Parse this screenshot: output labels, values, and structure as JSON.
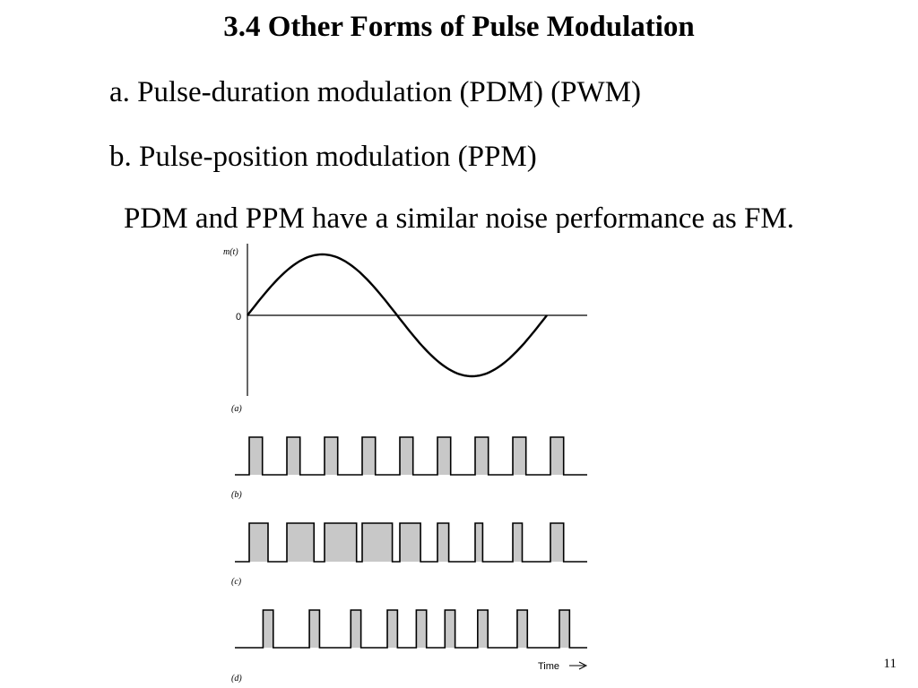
{
  "slide": {
    "title": "3.4 Other Forms of Pulse Modulation",
    "item_a": "a. Pulse-duration modulation (PDM) (PWM)",
    "item_b": "b. Pulse-position modulation (PPM)",
    "note": "PDM and PPM have a similar noise performance as FM.",
    "page_number": "11"
  },
  "figure": {
    "colors": {
      "line": "#000000",
      "pulse_fill": "#c8c8c8"
    },
    "y_axis_label": "m(t)",
    "zero_label": "0",
    "time_label": "Time",
    "panel_labels": [
      "(a)",
      "(b)",
      "(c)",
      "(d)"
    ],
    "message": {
      "type": "sine",
      "cycles": 1
    },
    "pam_pulses": {
      "count": 9,
      "relative_width": 0.35
    },
    "pdm_pulses": {
      "count": 9,
      "relative_widths": [
        0.5,
        0.72,
        0.85,
        0.8,
        0.55,
        0.3,
        0.2,
        0.25,
        0.35
      ]
    },
    "ppm_pulses": {
      "count": 9,
      "relative_positions": [
        0.55,
        0.78,
        0.88,
        0.85,
        0.62,
        0.38,
        0.25,
        0.3,
        0.42
      ],
      "relative_width": 0.27
    }
  }
}
